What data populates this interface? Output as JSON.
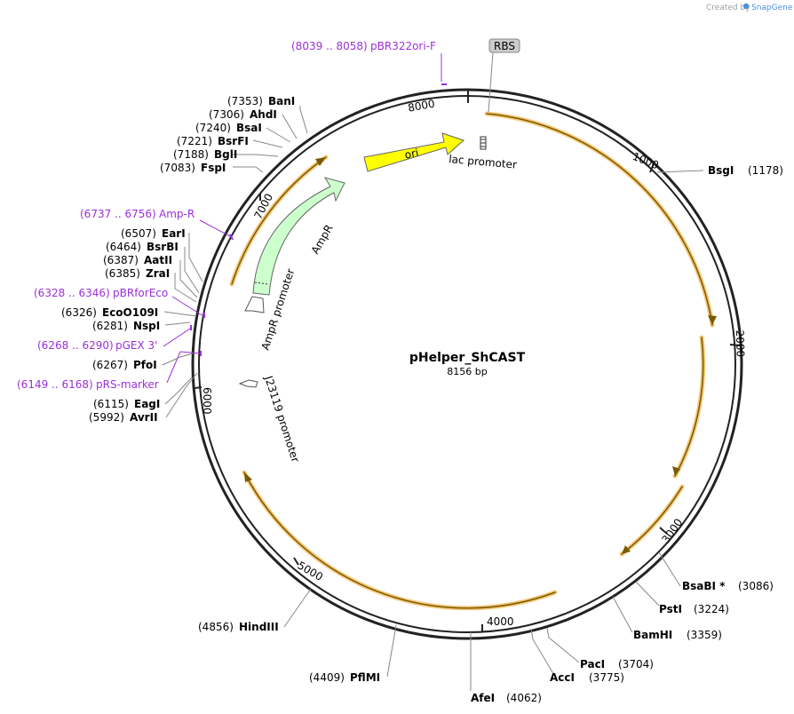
{
  "credit": {
    "prefix": "Created by",
    "brand": "SnapGene"
  },
  "plasmid": {
    "name": "pHelper_ShCAST",
    "length_label": "8156 bp"
  },
  "ticks": [
    "1000",
    "2000",
    "3000",
    "4000",
    "5000",
    "6000",
    "7000",
    "8000"
  ],
  "features": {
    "ori": "ori",
    "ampr": "AmpR",
    "ampr_promoter": "AmpR promoter",
    "lac_promoter": "lac promoter",
    "j23119_promoter": "J23119 promoter",
    "rbs": "RBS"
  },
  "primers": [
    {
      "range": "(8039 .. 8058)",
      "name": "pBR322ori-F"
    },
    {
      "range": "(6737 .. 6756)",
      "name": "Amp-R"
    },
    {
      "range": "(6328 .. 6346)",
      "name": "pBRforEco"
    },
    {
      "range": "(6268 .. 6290)",
      "name": "pGEX 3'"
    },
    {
      "range": "(6149 .. 6168)",
      "name": "pRS-marker"
    }
  ],
  "enzymes_left": [
    {
      "pos": "(7353)",
      "name": "BanI"
    },
    {
      "pos": "(7306)",
      "name": "AhdI"
    },
    {
      "pos": "(7240)",
      "name": "BsaI"
    },
    {
      "pos": "(7221)",
      "name": "BsrFI"
    },
    {
      "pos": "(7188)",
      "name": "BglI"
    },
    {
      "pos": "(7083)",
      "name": "FspI"
    },
    {
      "pos": "(6507)",
      "name": "EarI"
    },
    {
      "pos": "(6464)",
      "name": "BsrBI"
    },
    {
      "pos": "(6387)",
      "name": "AatII"
    },
    {
      "pos": "(6385)",
      "name": "ZraI"
    },
    {
      "pos": "(6326)",
      "name": "EcoO109I"
    },
    {
      "pos": "(6281)",
      "name": "NspI"
    },
    {
      "pos": "(6267)",
      "name": "PfoI"
    },
    {
      "pos": "(6115)",
      "name": "EagI"
    },
    {
      "pos": "(5992)",
      "name": "AvrII"
    }
  ],
  "enzymes_right": [
    {
      "name": "BsgI",
      "pos": "(1178)"
    },
    {
      "name": "BsaBI *",
      "pos": "(3086)"
    },
    {
      "name": "PstI",
      "pos": "(3224)"
    },
    {
      "name": "BamHI",
      "pos": "(3359)"
    },
    {
      "name": "PacI",
      "pos": "(3704)"
    },
    {
      "name": "AccI",
      "pos": "(3775)"
    }
  ],
  "enzymes_bottom": [
    {
      "pos": "(4856)",
      "name": "HindIII"
    },
    {
      "pos": "(4409)",
      "name": "PflMI"
    },
    {
      "name": "AfeI",
      "pos": "(4062)"
    }
  ],
  "colors": {
    "backbone": "#222222",
    "primer": "#9b30d9",
    "orf_arc": "#7a5a00",
    "orf_glow": "#f5c26b",
    "ori_fill": "#ffff00",
    "ampr_fill": "#ccffcc"
  }
}
